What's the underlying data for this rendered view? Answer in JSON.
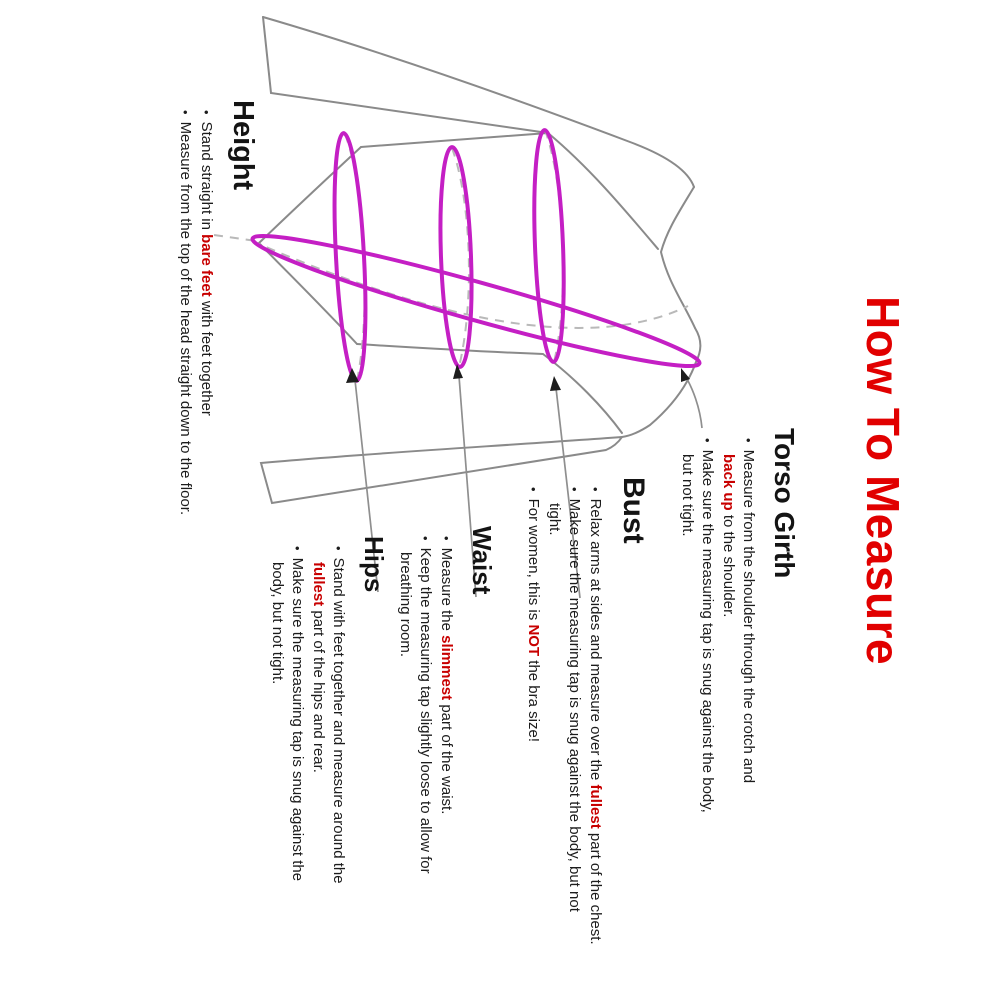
{
  "title": {
    "text": "How To Measure"
  },
  "colors": {
    "title_red": "#e10000",
    "accent_red": "#c80000",
    "magenta": "#c41fc4",
    "outline_gray": "#8a8a8a",
    "dash_gray": "#b9b9b9",
    "leader_gray": "#8f8f8f",
    "text": "#1c1c1c"
  },
  "bullet_icon": "•",
  "sections": [
    {
      "id": "torso-girth",
      "heading": "Torso Girth",
      "bullets": [
        [
          {
            "t": "Measure from the shoulder through the crotch and\n"
          },
          {
            "t": "back up",
            "red": true
          },
          {
            "t": " to the shoulder."
          }
        ],
        [
          {
            "t": "Make sure the measuring tap is snug against the body,\nbut not tight."
          }
        ]
      ]
    },
    {
      "id": "bust",
      "heading": "Bust",
      "bullets": [
        [
          {
            "t": "Relax arms at sides and measure over the "
          },
          {
            "t": "fullest",
            "red": true
          },
          {
            "t": " part of the chest."
          }
        ],
        [
          {
            "t": "Make sure the measuring tap is snug against the body, but not\ntight."
          }
        ],
        [
          {
            "t": "For women, this is "
          },
          {
            "t": "NOT",
            "red": true
          },
          {
            "t": " the bra size!"
          }
        ]
      ]
    },
    {
      "id": "waist",
      "heading": "Waist",
      "bullets": [
        [
          {
            "t": "Measure the "
          },
          {
            "t": "slimmest",
            "red": true
          },
          {
            "t": " part of the waist."
          }
        ],
        [
          {
            "t": "Keep the measuring tap slightly loose to allow for\nbreathing room."
          }
        ]
      ]
    },
    {
      "id": "hips",
      "heading": "Hips",
      "bullets": [
        [
          {
            "t": "Stand with feet together and measure around the\n"
          },
          {
            "t": "fullest",
            "red": true
          },
          {
            "t": " part of the hips and rear."
          }
        ],
        [
          {
            "t": "Make sure the measuring tap is snug against the\nbody, but not tight."
          }
        ]
      ]
    },
    {
      "id": "height",
      "heading": "Height",
      "bullets": [
        [
          {
            "t": "Stand straight in "
          },
          {
            "t": "bare feet",
            "red": true
          },
          {
            "t": " with feet together"
          }
        ],
        [
          {
            "t": "Measure from the top of the head straight down to the floor."
          }
        ]
      ]
    }
  ],
  "figure": {
    "loops": [
      "torso-girth-loop",
      "bust-loop",
      "waist-loop",
      "hips-loop"
    ]
  }
}
